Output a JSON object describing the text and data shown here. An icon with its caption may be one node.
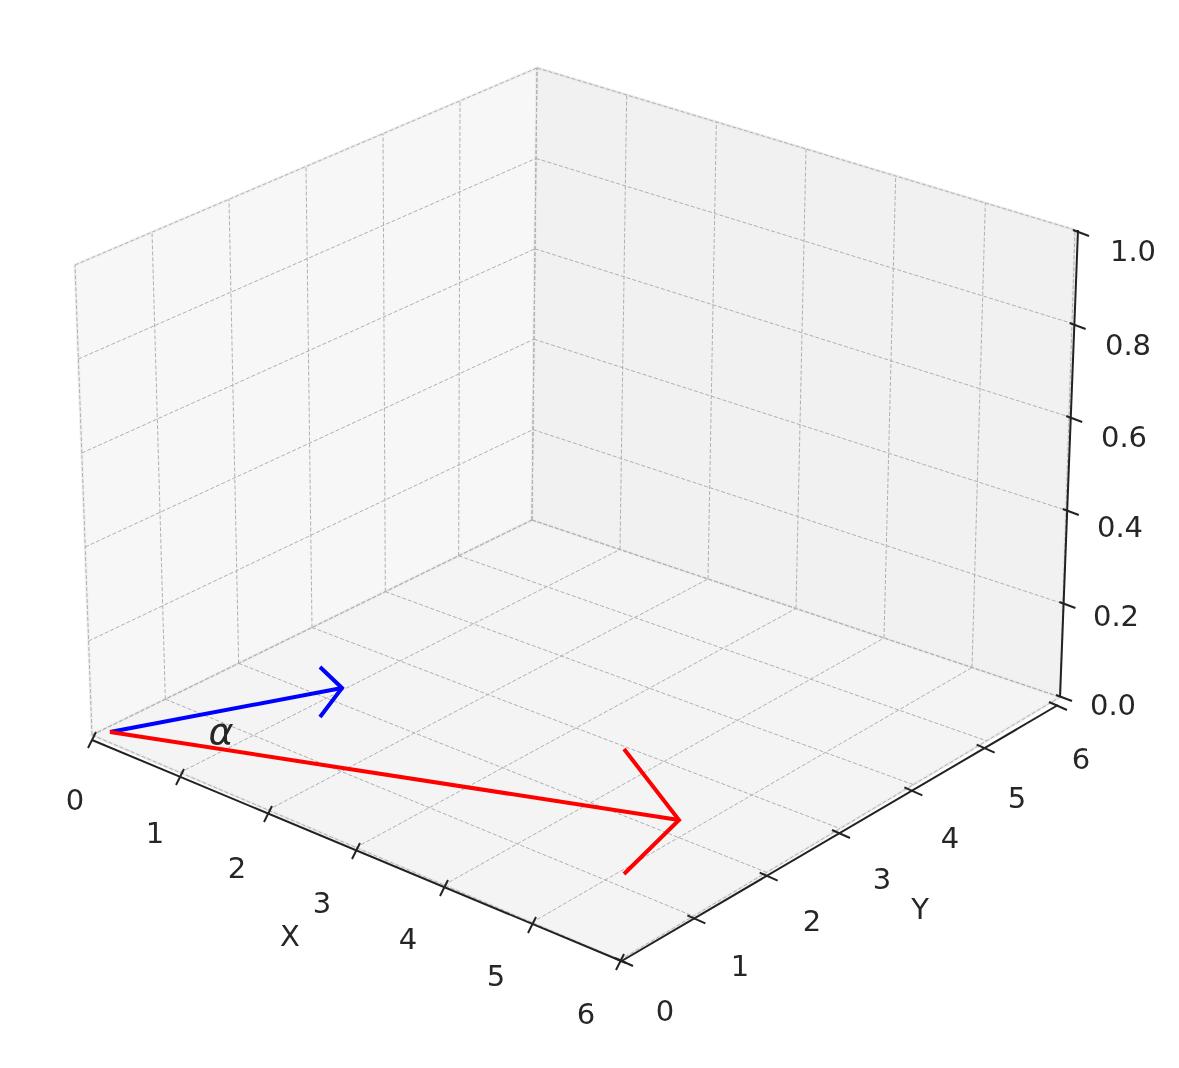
{
  "diagram": {
    "labels": [
      "1.0",
      "0.8",
      "0.6",
      "0.4",
      "0.2",
      "0.0",
      "α",
      "0",
      "1",
      "2",
      "3",
      "4",
      "5",
      "6",
      "X",
      "0",
      "1",
      "2",
      "3",
      "4",
      "5",
      "6",
      "Y"
    ]
  }
}
